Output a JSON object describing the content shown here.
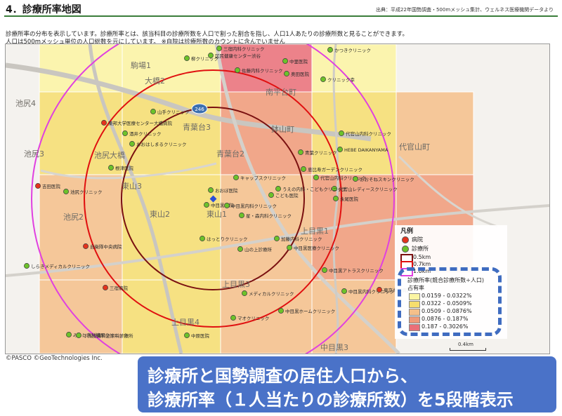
{
  "header": {
    "title": "4．診療所率地図",
    "source": "出典：平成22年国勢調査・500mメッシュ集計、ウェルネス医療機関データより",
    "desc_line1": "診療所率の分布を表示しています。診療所率とは、該当科目の診療所数を人口で割った割合を指し、人口1人あたりの診療所数と見ることができます。",
    "desc_line2": "人口は500mメッシュ単位の人口総数を元にしています。 ※自院は診療所数のカウントに含んでいません"
  },
  "map": {
    "area_labels": [
      "駒場1",
      "大橋2",
      "池尻4",
      "池尻3",
      "池尻大橋",
      "東山3",
      "東山2",
      "東山1",
      "青葉台3",
      "青葉台2",
      "南平台町",
      "鉢山町",
      "代官山町",
      "池尻2",
      "上目黒4",
      "上目黒3",
      "上目黒1",
      "中目黒3"
    ],
    "road_badge": "246",
    "facility_labels": [
      {
        "name": "三宿内科クリニック",
        "type": "clinic"
      },
      {
        "name": "区民健康センター渋谷",
        "type": "clinic"
      },
      {
        "name": "かつきクリニック",
        "type": "clinic"
      },
      {
        "name": "柳クリニック",
        "type": "clinic"
      },
      {
        "name": "佐藤内科クリニック",
        "type": "clinic"
      },
      {
        "name": "中里医院",
        "type": "clinic"
      },
      {
        "name": "クリニック幸",
        "type": "clinic"
      },
      {
        "name": "奥田医院",
        "type": "clinic"
      },
      {
        "name": "山手クリニック",
        "type": "clinic"
      },
      {
        "name": "東邦大学医療センター大橋病院",
        "type": "hospital"
      },
      {
        "name": "酒井クリニック",
        "type": "clinic"
      },
      {
        "name": "おおはしまるクリニック",
        "type": "clinic"
      },
      {
        "name": "代官山内科クリニック",
        "type": "clinic"
      },
      {
        "name": "HEBE DAIKANYAMA",
        "type": "clinic"
      },
      {
        "name": "青葉クリニック",
        "type": "clinic"
      },
      {
        "name": "恵比寿ガーデンクリニック",
        "type": "clinic"
      },
      {
        "name": "キャップスクリニック",
        "type": "clinic"
      },
      {
        "name": "代官山内科クリニック",
        "type": "clinic"
      },
      {
        "name": "おおそねスキンクリニック",
        "type": "clinic"
      },
      {
        "name": "代官山レディースクリニック",
        "type": "clinic"
      },
      {
        "name": "うえの内科・こどもクリニック",
        "type": "clinic"
      },
      {
        "name": "こども医院",
        "type": "clinic"
      },
      {
        "name": "永尾医院",
        "type": "clinic"
      },
      {
        "name": "根津医院",
        "type": "clinic"
      },
      {
        "name": "吉田医院",
        "type": "hospital"
      },
      {
        "name": "池尻クリニック",
        "type": "clinic"
      },
      {
        "name": "おおぼ医院",
        "type": "clinic"
      },
      {
        "name": "中目黒医院",
        "type": "clinic"
      },
      {
        "name": "中目黒内科クリニック",
        "type": "clinic"
      },
      {
        "name": "星・森内科クリニック",
        "type": "clinic"
      },
      {
        "name": "はっとりクリニック",
        "type": "clinic"
      },
      {
        "name": "加藤内科クリニック",
        "type": "clinic"
      },
      {
        "name": "中目黒医療クリニック",
        "type": "clinic"
      },
      {
        "name": "山の上診療所",
        "type": "clinic"
      },
      {
        "name": "自衛隊中央病院",
        "type": "hospital"
      },
      {
        "name": "しらきメディカルクリニック",
        "type": "clinic"
      },
      {
        "name": "三宿病院",
        "type": "hospital"
      },
      {
        "name": "中目黒アトラスクリニック",
        "type": "clinic"
      },
      {
        "name": "中目黒内科クリニック",
        "type": "clinic"
      },
      {
        "name": "東京共済病院",
        "type": "hospital"
      },
      {
        "name": "メディカルクリニック",
        "type": "clinic"
      },
      {
        "name": "中目黒ホームクリニック",
        "type": "clinic"
      },
      {
        "name": "マオクリニック",
        "type": "clinic"
      },
      {
        "name": "みくに内科糖尿クリニック",
        "type": "clinic"
      },
      {
        "name": "下馬皮膚科泌尿科診療所",
        "type": "clinic"
      },
      {
        "name": "中原医院",
        "type": "clinic"
      }
    ]
  },
  "legend": {
    "heading": "凡例",
    "hospital": "病院",
    "clinic": "診療所",
    "rings": [
      "0.5km",
      "0.7km",
      "1.0km"
    ],
    "ring_colors": [
      "#7a1010",
      "#e01010",
      "#e040e0"
    ],
    "scale_title": "診療所率(競合診療所数÷人口)",
    "scale_subtitle": "占有率",
    "classes": [
      {
        "label": "0.0159 - 0.0322%",
        "color": "#fbf5a2"
      },
      {
        "label": "0.0322 - 0.0509%",
        "color": "#f6de6e"
      },
      {
        "label": "0.0509 - 0.0876%",
        "color": "#f5c08a"
      },
      {
        "label": "0.0876 - 0.187%",
        "color": "#f09a78"
      },
      {
        "label": "0.187 - 0.3026%",
        "color": "#ea6f78"
      }
    ]
  },
  "scale_bar": "0.4km",
  "copyright": "©PASCO ©GeoTechnologies Inc.",
  "banner": {
    "line1": "診療所と国勢調査の居住人口から、",
    "line2": "診療所率（１人当たりの診療所数）を5段階表示"
  }
}
